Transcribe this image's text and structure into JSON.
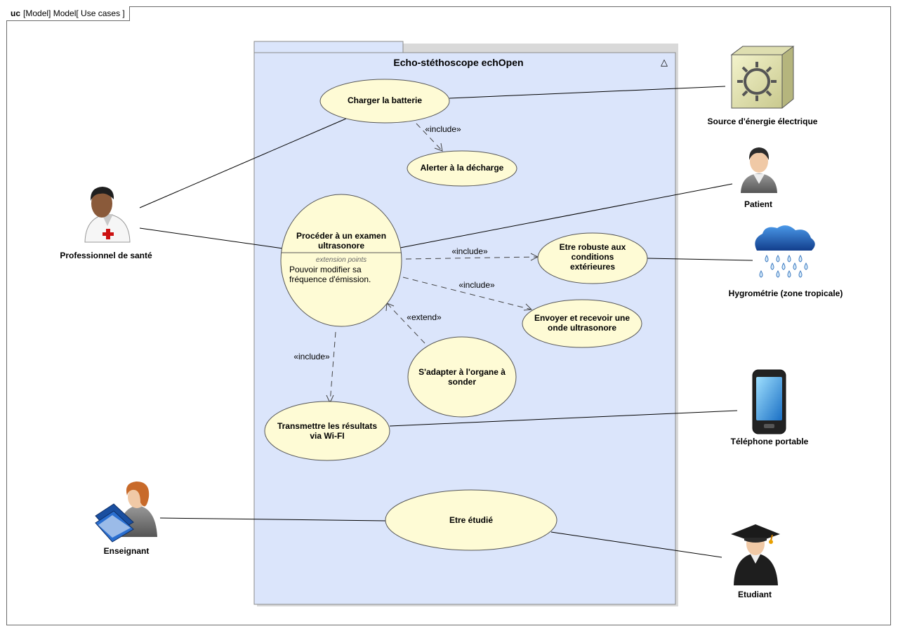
{
  "frame_label": {
    "kind": "uc",
    "text": "[Model] Model[  Use  cases  ]"
  },
  "system": {
    "title": "Echo-stéthoscope echOpen",
    "marker": "△"
  },
  "use_cases": {
    "charger": "Charger la batterie",
    "alerter": "Alerter à la décharge",
    "proceder": "Procéder à un examen ultrasonore",
    "proceder_ext_heading": "extension  points",
    "proceder_ext_point": "Pouvoir modifier sa fréquence d'émission.",
    "robuste": "Etre robuste aux conditions extérieures",
    "envoyer": "Envoyer et recevoir une onde ultrasonore",
    "adapter": "S'adapter à l'organe à sonder",
    "transmettre": "Transmettre les résultats via Wi-FI",
    "etudie": "Etre étudié"
  },
  "actors": {
    "source": "Source d'énergie électrique",
    "patient": "Patient",
    "professionnel": "Professionnel de santé",
    "hygrometrie": "Hygrométrie (zone tropicale)",
    "telephone": "Téléphone portable",
    "enseignant": "Enseignant",
    "etudiant": "Etudiant"
  },
  "relations": {
    "include_alerter": "«include»",
    "include_robuste": "«include»",
    "include_envoyer": "«include»",
    "include_transmettre": "«include»",
    "extend_adapter": "«extend»"
  },
  "colors": {
    "system_fill": "#dbe5fb",
    "use_case_fill": "#fefbd5",
    "line": "#000000"
  }
}
